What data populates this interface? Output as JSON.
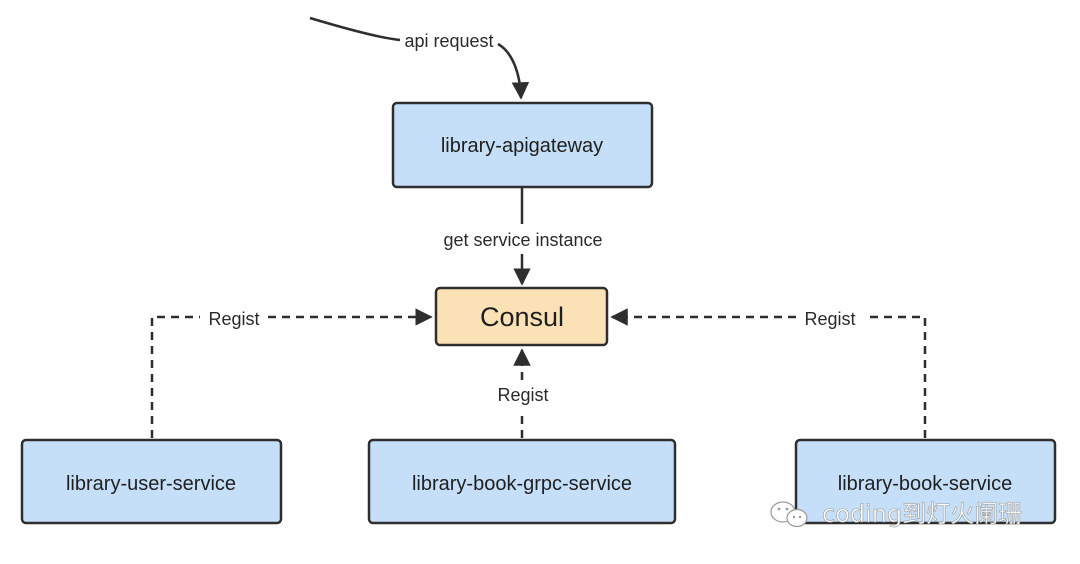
{
  "nodes": {
    "gateway": {
      "label": "library-apigateway"
    },
    "consul": {
      "label": "Consul"
    },
    "user_service": {
      "label": "library-user-service"
    },
    "book_grpc_service": {
      "label": "library-book-grpc-service"
    },
    "book_service": {
      "label": "library-book-service"
    }
  },
  "edges": {
    "api_request": {
      "label": "api request"
    },
    "get_instance": {
      "label": "get service instance"
    },
    "regist_left": {
      "label": "Regist"
    },
    "regist_middle": {
      "label": "Regist"
    },
    "regist_right": {
      "label": "Regist"
    }
  },
  "watermark": {
    "text": "coding到灯火阑珊",
    "icon": "wechat-icon"
  },
  "colors": {
    "service_fill": "#c5dff8",
    "consul_fill": "#fbe2b6",
    "stroke": "#2e2e2e"
  }
}
